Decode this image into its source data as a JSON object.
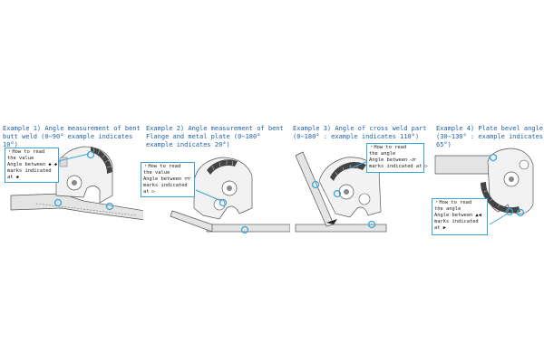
{
  "examples": [
    {
      "title": "Example 1) Angle measurement of bent butt weld (0∼90° example indicates 10°)",
      "note": [
        "・How to read",
        "  the value",
        "Angle between ◆ ◆",
        "marks indicated",
        "at ◆"
      ],
      "marker_icon": "diamond-marker-icon"
    },
    {
      "title": "Example 2) Angle measurement of bent Flange and metal plate (0∼180° example indicates 20°)",
      "note": [
        "・How to read",
        "  the value",
        "Angle between ▽▽",
        "marks indicated",
        "at ▷"
      ],
      "marker_icon": "triangle-marker-icon"
    },
    {
      "title": "Example 3)  Angle of cross weld part (0∼180° : example indicates 110°)",
      "note": [
        "・How to read",
        "  the angle",
        "Angle between ◁▽",
        "marks indicated at ▷"
      ],
      "marker_icon": "triangle-marker-icon"
    },
    {
      "title": "Example 4) Plate bevel angle (30∼130° : example indicates 65°)",
      "note": [
        "・How to read",
        "  the angle",
        "Angle between ▲◀",
        "marks indicated",
        "at ▶"
      ],
      "marker_icon": "triangle-marker-icon"
    }
  ],
  "colors": {
    "title": "#1f5fa8",
    "callout": "#3aa6d8",
    "metal": "#e4e4e4",
    "outline": "#555555"
  }
}
